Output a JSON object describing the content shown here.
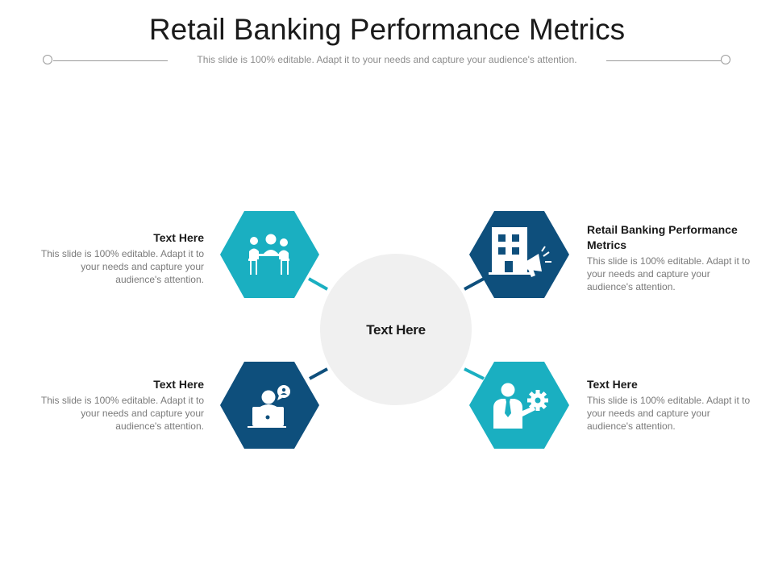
{
  "slide": {
    "title": "Retail Banking Performance Metrics",
    "subtitle": "This slide is 100% editable. Adapt it to your needs and capture your audience's attention."
  },
  "center": {
    "label": "Text Here",
    "color": "#f0f0f0"
  },
  "colors": {
    "teal": "#1aafc1",
    "navy": "#0e4f7c",
    "connector": "#0e4f7c"
  },
  "items": [
    {
      "heading": "Text Here",
      "body": "This slide is 100% editable. Adapt it to your needs and capture your audience's attention.",
      "icon": "meeting-people-icon",
      "color": "#1aafc1"
    },
    {
      "heading": "Retail Banking Performance Metrics",
      "body": "This slide is 100% editable. Adapt it to your needs and capture your audience's attention.",
      "icon": "building-megaphone-icon",
      "color": "#0e4f7c"
    },
    {
      "heading": "Text Here",
      "body": "This slide is 100% editable. Adapt it to your needs and capture your audience's attention.",
      "icon": "user-laptop-chat-icon",
      "color": "#0e4f7c"
    },
    {
      "heading": "Text Here",
      "body": "This slide is 100% editable. Adapt it to your needs and capture your audience's attention.",
      "icon": "businessman-gear-icon",
      "color": "#1aafc1"
    }
  ]
}
